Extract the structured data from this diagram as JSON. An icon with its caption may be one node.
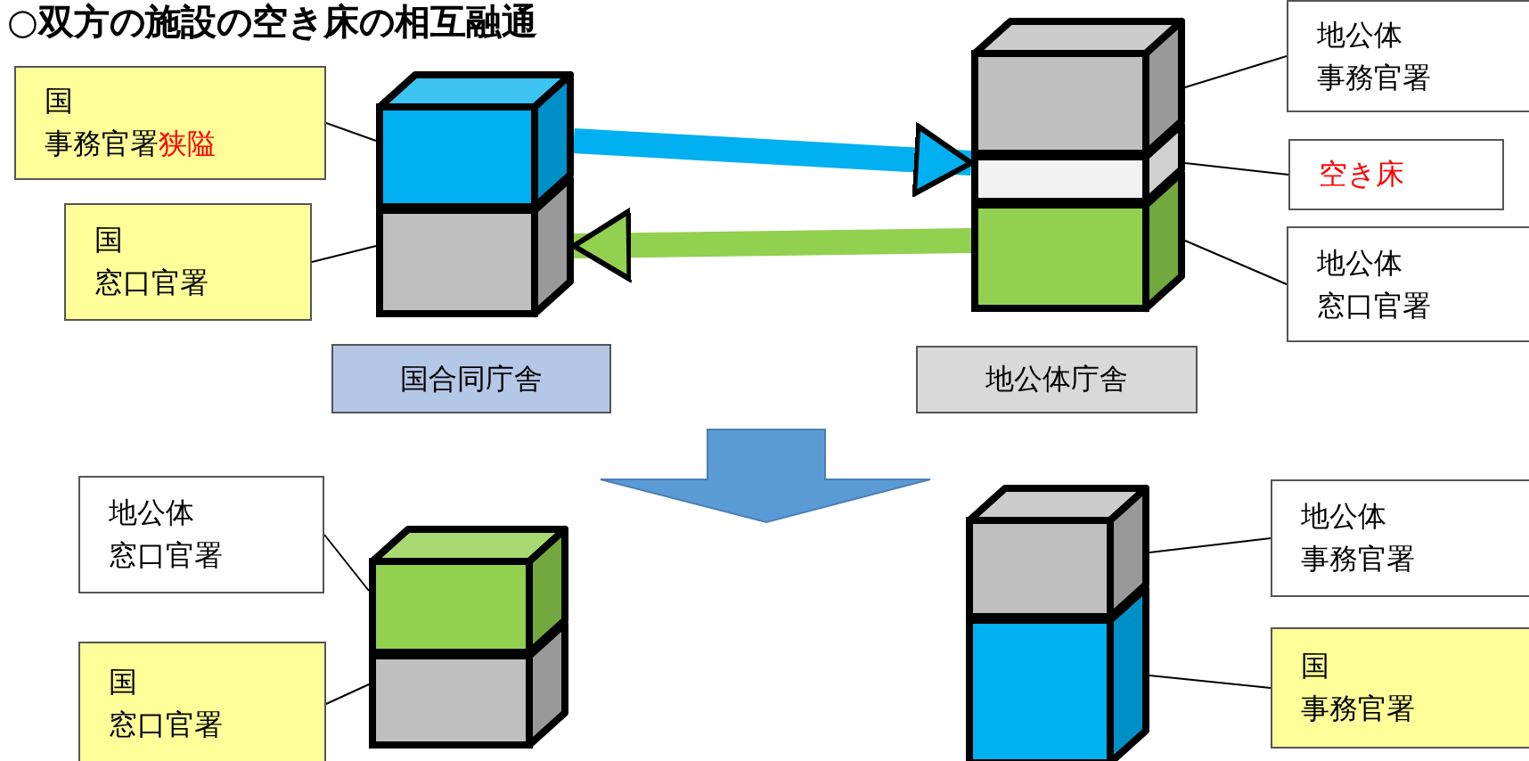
{
  "diagram": {
    "title": "○双方の施設の空き床の相互融通",
    "nodes": [
      {
        "text": [
          "国",
          "事務官署",
          "狭隘"
        ]
      },
      {
        "text": [
          "国",
          "窓口官署"
        ]
      },
      {
        "text": [],
        "shape": "box"
      },
      {
        "text": [],
        "shape": "box"
      },
      {
        "text": [
          "国合同庁舎"
        ]
      },
      {
        "text": [],
        "shape": "box"
      },
      {
        "text": [],
        "shape": "box"
      },
      {
        "text": [],
        "shape": "box"
      },
      {
        "text": [
          "地公体庁舎"
        ]
      },
      {
        "text": [
          "地公体",
          "事務官署"
        ]
      },
      {
        "text": [
          "空き床"
        ]
      },
      {
        "text": [
          "地公体",
          "窓口官署"
        ]
      },
      {
        "text": [],
        "shape": "box"
      },
      {
        "text": [],
        "shape": "box"
      },
      {
        "text": [
          "地公体",
          "窓口官署"
        ]
      },
      {
        "text": [
          "国",
          "窓口官署"
        ]
      },
      {
        "text": [],
        "shape": "box"
      },
      {
        "text": [],
        "shape": "box"
      },
      {
        "text": [
          "地公体",
          "事務官署"
        ]
      },
      {
        "text": [
          "国",
          "事務官署"
        ]
      }
    ],
    "edges": [
      {
        "from": 0,
        "to": 2,
        "arrow": "none"
      },
      {
        "from": 1,
        "to": 3,
        "arrow": "none"
      },
      {
        "from": 2,
        "to": 6,
        "arrow": "to",
        "style": "thick",
        "color": "#00b0f0"
      },
      {
        "from": 7,
        "to": 3,
        "arrow": "to",
        "style": "thick",
        "color": "#92d050"
      },
      {
        "from": 9,
        "to": 5,
        "arrow": "none"
      },
      {
        "from": 10,
        "to": 6,
        "arrow": "none"
      },
      {
        "from": 11,
        "to": 7,
        "arrow": "none"
      },
      {
        "from": 14,
        "to": 12,
        "arrow": "none"
      },
      {
        "from": 15,
        "to": 13,
        "arrow": "none"
      },
      {
        "from": 18,
        "to": 16,
        "arrow": "none"
      },
      {
        "from": 19,
        "to": 17,
        "arrow": "none"
      }
    ]
  }
}
